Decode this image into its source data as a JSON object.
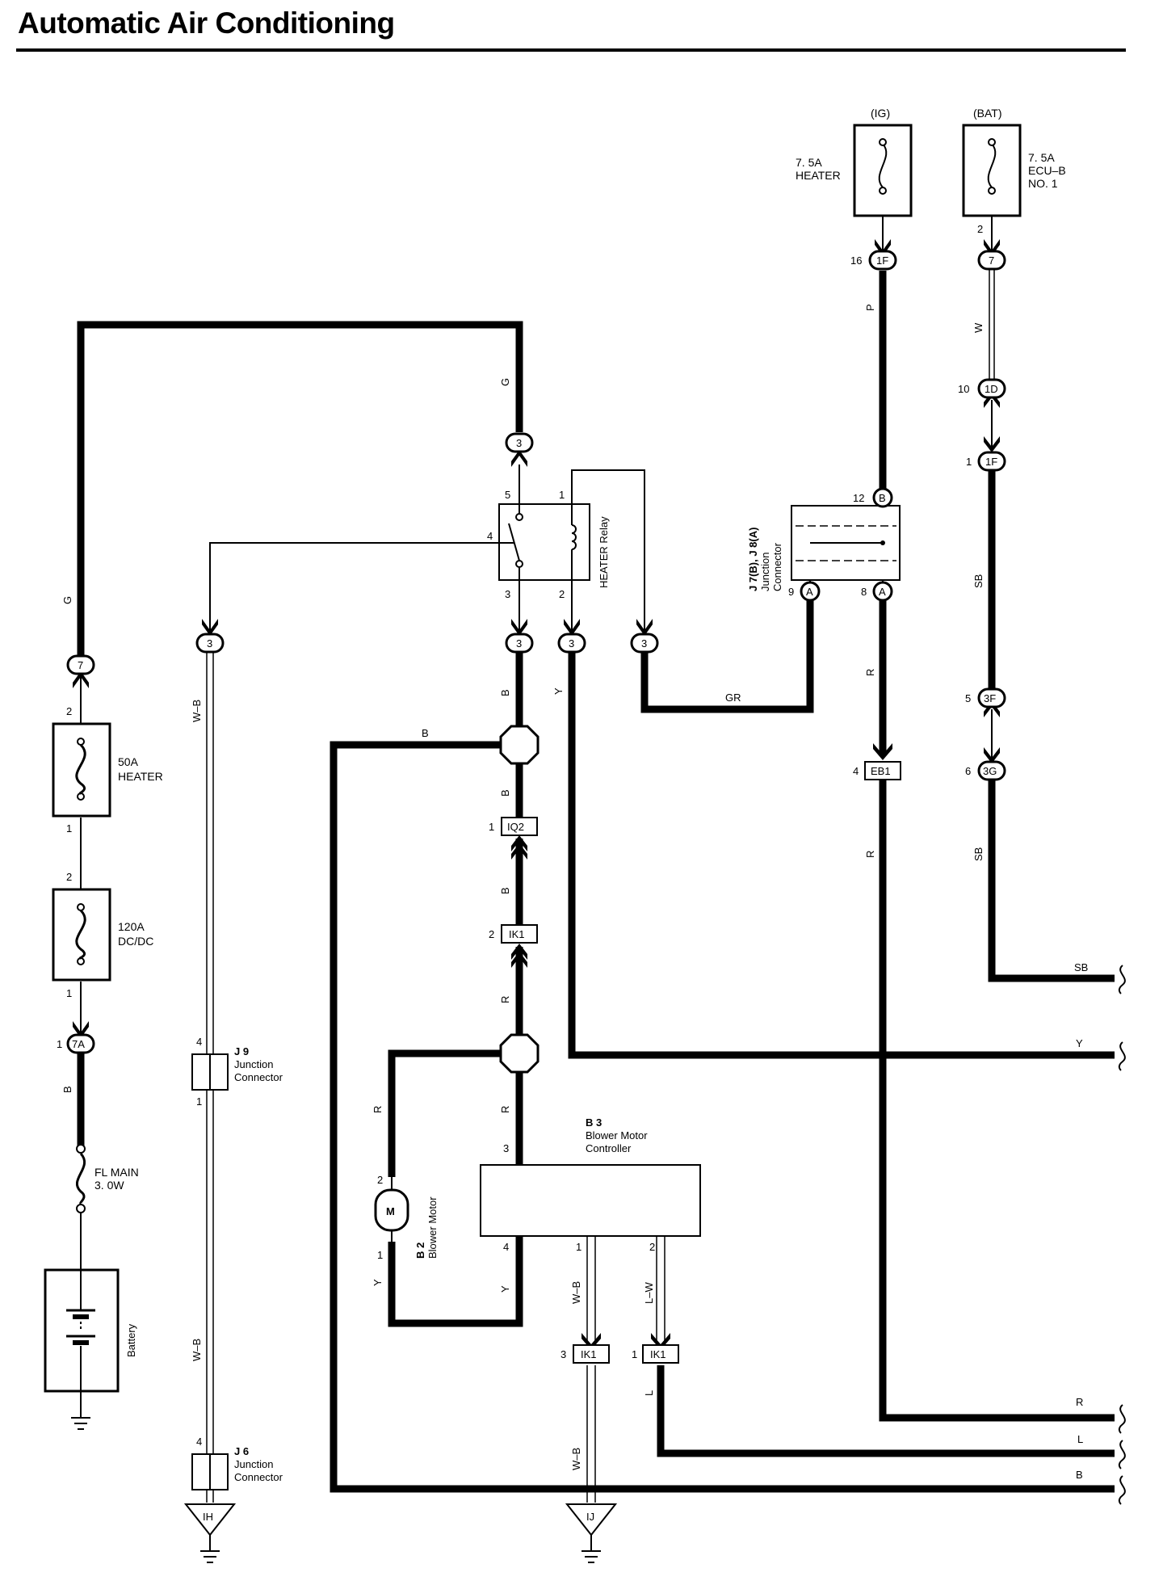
{
  "title": "Automatic Air Conditioning",
  "colors": {
    "ink": "#000000",
    "background": "#ffffff"
  },
  "fuses": {
    "heater_ig": {
      "source": "(IG)",
      "rating": "7. 5A",
      "name": "HEATER",
      "pin_out": "16",
      "connector": "1F"
    },
    "ecu_b": {
      "source": "(BAT)",
      "rating": "7. 5A",
      "name": "ECU–B",
      "name2": "NO. 1",
      "pin_in": "2",
      "connector": "7"
    },
    "heater_50a": {
      "rating": "50A",
      "name": "HEATER",
      "pin_top": "2",
      "pin_bottom": "1"
    },
    "dcdc_120a": {
      "rating": "120A",
      "name": "DC/DC",
      "pin_top": "2",
      "pin_bottom": "1"
    },
    "fl_main": {
      "name": "FL MAIN",
      "spec": "3. 0W"
    }
  },
  "battery": {
    "label": "Battery"
  },
  "relay": {
    "label": "HEATER Relay",
    "pins": {
      "p5": "5",
      "p1": "1",
      "p4": "4",
      "p3": "3",
      "p2": "2"
    }
  },
  "junction_j7j8": {
    "line1": "J 7(B), J 8(A)",
    "line2": "Junction",
    "line3": "Connector",
    "pin12": "12",
    "pinB": "B",
    "pin9": "9",
    "pinA9": "A",
    "pin8": "8",
    "pinA8": "A"
  },
  "junction_j9": {
    "id": "J 9",
    "line2": "Junction",
    "line3": "Connector",
    "pin_top": "4",
    "pin_bottom": "1"
  },
  "junction_j6": {
    "id": "J 6",
    "line2": "Junction",
    "line3": "Connector",
    "pin_top": "4"
  },
  "blower_motor": {
    "id": "B 2",
    "label": "Blower Motor",
    "symbol": "M",
    "pin_top": "2",
    "pin_bottom": "1"
  },
  "blower_controller": {
    "id": "B 3",
    "line2": "Blower Motor",
    "line3": "Controller",
    "pin3": "3",
    "pin4": "4",
    "pin1": "1",
    "pin2": "2"
  },
  "connectors": {
    "c_1d": {
      "pin": "10",
      "name": "1D"
    },
    "c_1f_b": {
      "pin": "1",
      "name": "1F"
    },
    "c_3f": {
      "pin": "5",
      "name": "3F"
    },
    "c_3g": {
      "pin": "6",
      "name": "3G"
    },
    "c_eb1": {
      "pin": "4",
      "name": "EB1"
    },
    "c_iq2": {
      "pin": "1",
      "name": "IQ2"
    },
    "c_ik1_top": {
      "pin": "2",
      "name": "IK1"
    },
    "c_ik1_l": {
      "pin": "3",
      "name": "IK1"
    },
    "c_ik1_r": {
      "pin": "1",
      "name": "IK1"
    },
    "c_7": {
      "name": "7"
    },
    "c_7a": {
      "pin": "1",
      "name": "7A"
    },
    "c_3": {
      "name": "3"
    }
  },
  "grounds": {
    "ih": "IH",
    "ij": "IJ"
  },
  "wire_colors": {
    "g_top": "G",
    "g_left": "G",
    "p": "P",
    "w": "W",
    "sb1": "SB",
    "sb2": "SB",
    "sb_out": "SB",
    "wb_top": "W–B",
    "wb_bottom": "W–B",
    "b_relay": "B",
    "b_branch": "B",
    "b_mid": "B",
    "b_low": "B",
    "b_left": "B",
    "y_relay": "Y",
    "y_out": "Y",
    "y_motor": "Y",
    "y_ctrl": "Y",
    "gr": "GR",
    "r_j": "R",
    "r_eb1": "R",
    "r_ik1": "R",
    "r_motor": "R",
    "r_ctrl": "R",
    "wb_ctrl": "W–B",
    "lw_ctrl": "L–W",
    "wb_gnd": "W–B",
    "l_ik1": "L",
    "r_out": "R",
    "l_out": "L",
    "b_out": "B"
  }
}
